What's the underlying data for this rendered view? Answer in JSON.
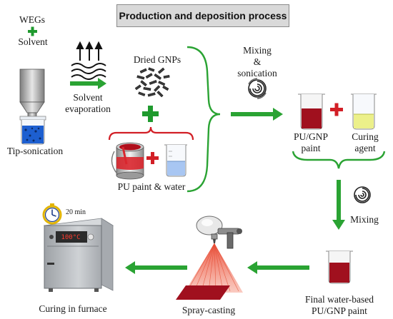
{
  "title": "Production and deposition process",
  "labels": {
    "wegs": "WEGs",
    "solvent": "Solvent",
    "tip_sonication": "Tip-sonication",
    "solvent_evaporation_1": "Solvent",
    "solvent_evaporation_2": "evaporation",
    "dried_gnps": "Dried GNPs",
    "pu_paint_water": "PU paint & water",
    "mixing_sonication_1": "Mixing",
    "mixing_sonication_2": "&",
    "mixing_sonication_3": "sonication",
    "pu_gnp_paint_1": "PU/GNP",
    "pu_gnp_paint_2": "paint",
    "curing_agent_1": "Curing",
    "curing_agent_2": "agent",
    "mixing": "Mixing",
    "final_paint_1": "Final water-based",
    "final_paint_2": "PU/GNP paint",
    "spray_casting": "Spray-casting",
    "curing_furnace": "Curing in furnace",
    "timer": "20 min",
    "furnace_temp": "100°C"
  },
  "colors": {
    "green": "#1f9a2e",
    "red": "#d21f26",
    "arrow_green": "#2aa333",
    "paint_red": "#a0101e",
    "gnp_black": "#3a3a3a",
    "liquid_blue": "#1d5fd0",
    "curing_yellow": "#ecf08a",
    "furnace_gray": "#b9bcc0"
  },
  "icons": [
    "plus-icon",
    "heat-waves-icon",
    "sonication-swirl-icon",
    "clock-icon",
    "spray-gun-icon",
    "beaker-icon",
    "paint-can-icon",
    "furnace-icon"
  ]
}
